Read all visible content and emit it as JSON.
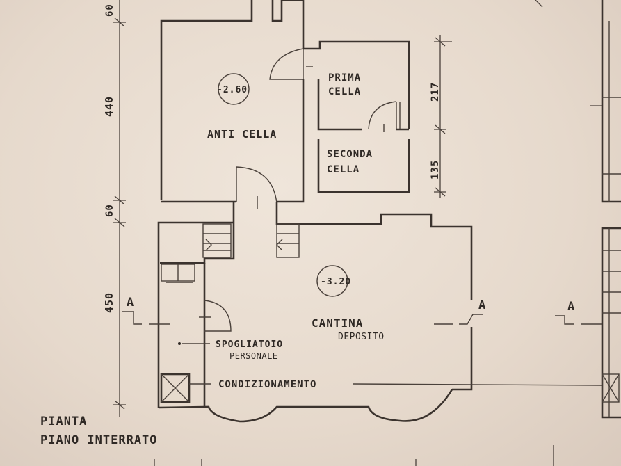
{
  "title": {
    "line1": "PIANTA",
    "line2": "PIANO INTERRATO"
  },
  "rooms": {
    "anti_cella": "ANTI CELLA",
    "prima": "PRIMA",
    "seconda": "SECONDA",
    "cella": "CELLA",
    "cantina": "CANTINA",
    "deposito": "DEPOSITO",
    "spogliatoio": "SPOGLIATOIO",
    "personale": "PERSONALE",
    "condizionamento": "CONDIZIONAMENTO"
  },
  "levels": {
    "upper": "-2.60",
    "lower": "-3.20"
  },
  "dimensions": {
    "top_wall": "60",
    "upper_height": "440",
    "mid_wall": "60",
    "lower_height": "450",
    "prima_cella": "217",
    "seconda_cella": "135"
  },
  "markers": {
    "section": "A"
  }
}
